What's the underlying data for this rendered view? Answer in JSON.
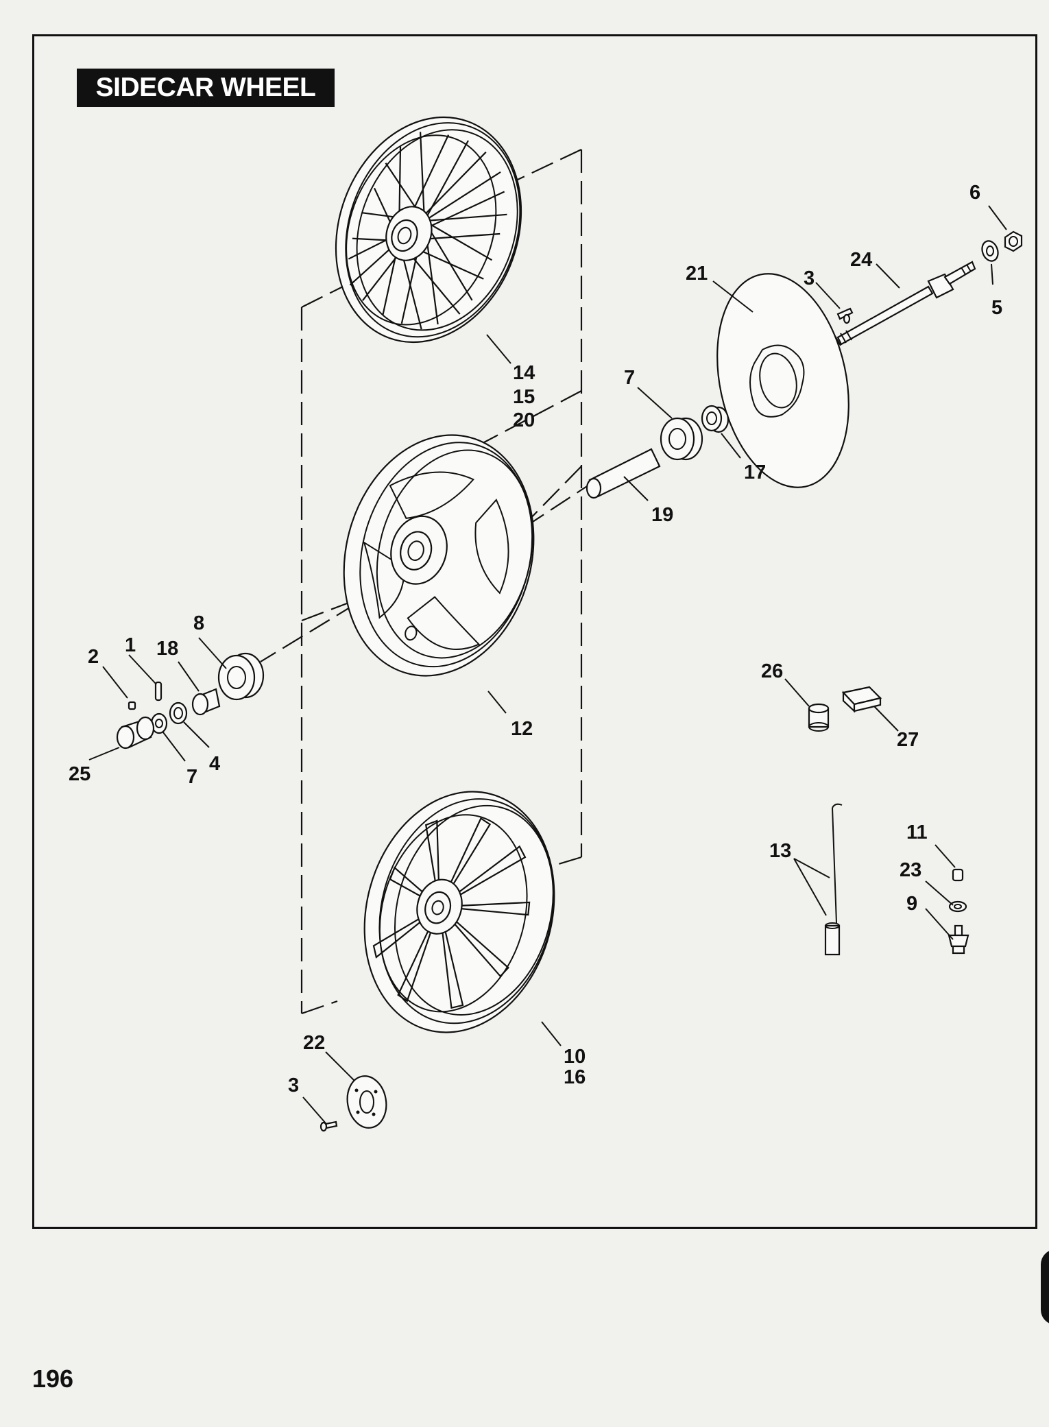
{
  "title": "SIDECAR WHEEL",
  "page_number": "196",
  "callouts": [
    {
      "id": "c1",
      "text": "1"
    },
    {
      "id": "c2",
      "text": "2"
    },
    {
      "id": "c3a",
      "text": "3"
    },
    {
      "id": "c3b",
      "text": "3"
    },
    {
      "id": "c4",
      "text": "4"
    },
    {
      "id": "c5",
      "text": "5"
    },
    {
      "id": "c6",
      "text": "6"
    },
    {
      "id": "c7a",
      "text": "7"
    },
    {
      "id": "c7b",
      "text": "7"
    },
    {
      "id": "c8",
      "text": "8"
    },
    {
      "id": "c9",
      "text": "9"
    },
    {
      "id": "c10",
      "text": "10"
    },
    {
      "id": "c11",
      "text": "11"
    },
    {
      "id": "c12",
      "text": "12"
    },
    {
      "id": "c13",
      "text": "13"
    },
    {
      "id": "c14",
      "text": "14"
    },
    {
      "id": "c15",
      "text": "15"
    },
    {
      "id": "c16",
      "text": "16"
    },
    {
      "id": "c17",
      "text": "17"
    },
    {
      "id": "c18",
      "text": "18"
    },
    {
      "id": "c19",
      "text": "19"
    },
    {
      "id": "c20",
      "text": "20"
    },
    {
      "id": "c21",
      "text": "21"
    },
    {
      "id": "c22",
      "text": "22"
    },
    {
      "id": "c23",
      "text": "23"
    },
    {
      "id": "c24",
      "text": "24"
    },
    {
      "id": "c25",
      "text": "25"
    },
    {
      "id": "c26",
      "text": "26"
    },
    {
      "id": "c27",
      "text": "27"
    }
  ]
}
